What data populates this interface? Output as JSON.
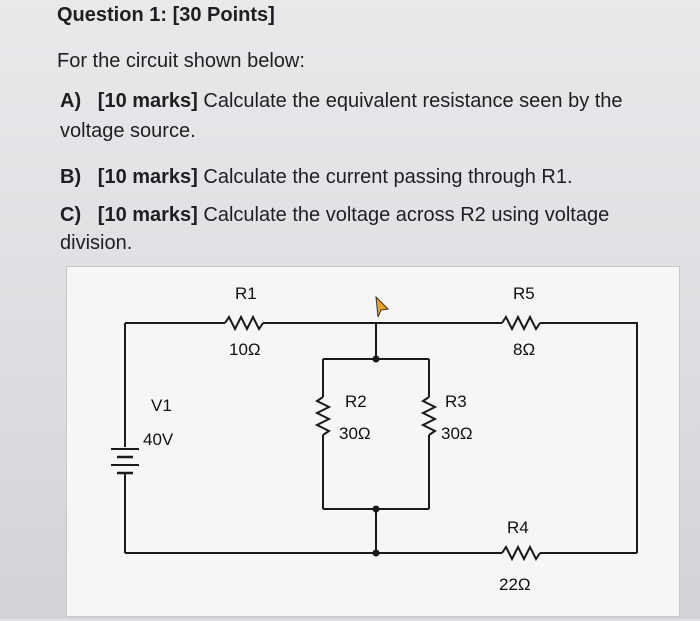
{
  "question": {
    "title": "Question 1: [30 Points]",
    "intro": "For the circuit shown below:",
    "parts": [
      {
        "tag": "A)",
        "marks": "[10 marks]",
        "text": "Calculate the equivalent resistance seen by the",
        "cont": "voltage source."
      },
      {
        "tag": "B)",
        "marks": "[10 marks]",
        "text": "Calculate the current passing through R1."
      },
      {
        "tag": "C)",
        "marks": "[10 marks]",
        "text": "Calculate the voltage across R2 using voltage",
        "cont": "division."
      }
    ]
  },
  "circuit": {
    "source": {
      "name": "V1",
      "value": "40V"
    },
    "resistors": [
      {
        "name": "R1",
        "value": "10Ω"
      },
      {
        "name": "R2",
        "value": "30Ω"
      },
      {
        "name": "R3",
        "value": "30Ω"
      },
      {
        "name": "R4",
        "value": "22Ω"
      },
      {
        "name": "R5",
        "value": "8Ω"
      }
    ]
  }
}
